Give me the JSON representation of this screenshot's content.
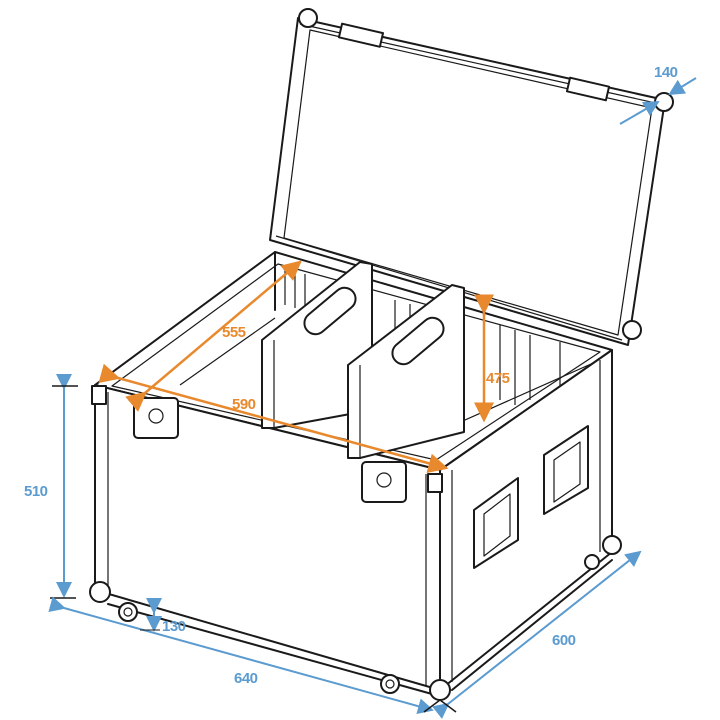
{
  "diagram": {
    "subject": "Flight case with open lid and two removable dividers",
    "colors": {
      "outline": "#1a1a1a",
      "external_dimension": "#5b9bd0",
      "internal_dimension": "#e8892e",
      "background": "#ffffff"
    },
    "external_dimensions": {
      "lid_height": "140",
      "height": "510",
      "wheel_height": "130",
      "width": "640",
      "depth": "600"
    },
    "internal_dimensions": {
      "depth": "555",
      "width": "590",
      "height": "475"
    }
  }
}
